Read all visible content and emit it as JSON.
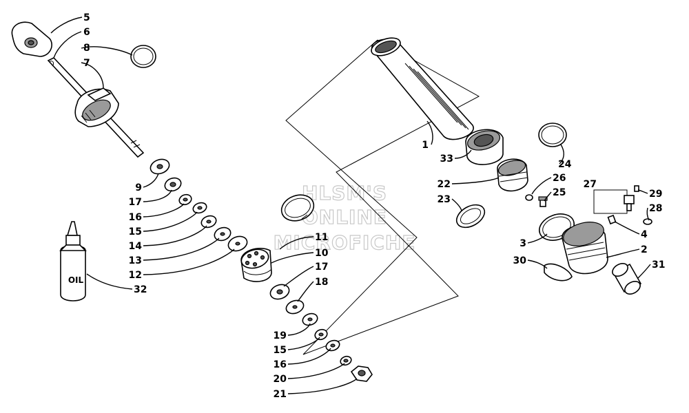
{
  "callouts": {
    "c1": "1",
    "c2": "2",
    "c3": "3",
    "c4": "4",
    "c5": "5",
    "c6": "6",
    "c7": "7",
    "c8": "8",
    "c9": "9",
    "c10": "10",
    "c11": "11",
    "c12": "12",
    "c13": "13",
    "c14": "14",
    "c15a": "15",
    "c15b": "15",
    "c16a": "16",
    "c16b": "16",
    "c17a": "17",
    "c17b": "17",
    "c18": "18",
    "c19": "19",
    "c20": "20",
    "c21": "21",
    "c22": "22",
    "c23": "23",
    "c24": "24",
    "c25": "25",
    "c26": "26",
    "c27": "27",
    "c28": "28",
    "c29": "29",
    "c30": "30",
    "c31": "31",
    "c32": "32",
    "c33": "33"
  },
  "bottle_label": "OIL",
  "watermark": {
    "line1": "HLSM'S",
    "line2": "ONLINE",
    "line3": "MICROFICHE"
  }
}
